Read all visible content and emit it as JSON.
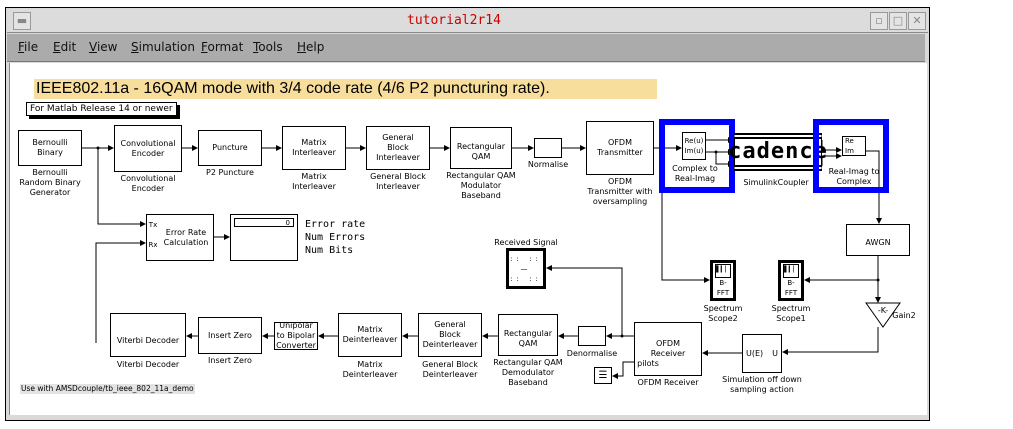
{
  "window": {
    "title": "tutorial2r14"
  },
  "menu": [
    "File",
    "Edit",
    "View",
    "Simulation",
    "Format",
    "Tools",
    "Help"
  ],
  "diagram": {
    "banner": "IEEE802.11a  - 16QAM mode with 3/4 code rate (4/6 P2 puncturing rate).",
    "note": "For Matlab Release 14 or newer",
    "footer": "Use with AMSDcouple/tb_ieee_802_11a_demo",
    "blocks": {
      "bernoulli": {
        "text": "Bernoulli Binary",
        "label": "Bernoulli Random Binary Generator"
      },
      "conv": {
        "text": "Convolutional Encoder",
        "label": "Convolutional Encoder"
      },
      "puncture": {
        "text": "Puncture",
        "label": "P2 Puncture"
      },
      "matint": {
        "text": "Matrix Interleaver",
        "label": "Matrix Interleaver"
      },
      "gbint": {
        "text": "General Block Interleaver",
        "label": "General Block Interleaver"
      },
      "qammod": {
        "text": "Rectangular QAM",
        "label": "Rectangular QAM Modulator Baseband"
      },
      "normalise": {
        "label": "Normalise"
      },
      "ofdmtx": {
        "text": "OFDM Transmitter",
        "label": "OFDM Transmitter with oversampling"
      },
      "c2ri": {
        "re": "Re(u)",
        "im": "Im(u)",
        "label": "Complex to Real-Imag"
      },
      "cadence": {
        "text": "cadence",
        "label": "SimulinkCoupler"
      },
      "ri2c": {
        "re": "Re",
        "im": "Im",
        "label": "Real-Imag to Complex"
      },
      "errcalc": {
        "tx": "Tx",
        "rx": "Rx",
        "text": "Error Rate Calculation"
      },
      "display": {
        "value": "0",
        "lines": [
          "Error rate",
          "Num Errors",
          "Num Bits"
        ]
      },
      "rxsig": {
        "label": "Received Signal"
      },
      "scope2": {
        "text": "B- FFT",
        "label": "Spectrum Scope2"
      },
      "scope1": {
        "text": "B- FFT",
        "label": "Spectrum Scope1"
      },
      "awgn": {
        "text": "AWGN"
      },
      "gain": {
        "text": "-K-",
        "label": "Gain2"
      },
      "viterbi": {
        "text": "Viterbi Decoder",
        "label": "Viterbi Decoder"
      },
      "inszero": {
        "text": "Insert Zero",
        "label": "Insert Zero"
      },
      "unipolar": {
        "text": "Unipolar to Bipolar Converter"
      },
      "matdeint": {
        "text": "Matrix Deinterleaver",
        "label": "Matrix Deinterleaver"
      },
      "gbdeint": {
        "text": "General Block Deinterleaver",
        "label": "General Block Deinterleaver"
      },
      "qamdemod": {
        "text": "Rectangular QAM",
        "label": "Rectangular QAM Demodulator Baseband"
      },
      "denorm": {
        "label": "Denormalise"
      },
      "ofdmrx": {
        "text": "OFDM Receiver",
        "pilots": "pilots",
        "label": "OFDM Receiver"
      },
      "simoff": {
        "in": "U",
        "out": "U(E)",
        "label": "Simulation off down sampling action"
      }
    }
  },
  "colors": {
    "highlight": "#0000ff",
    "banner": "#f8de9c",
    "title": "#cc0000"
  }
}
